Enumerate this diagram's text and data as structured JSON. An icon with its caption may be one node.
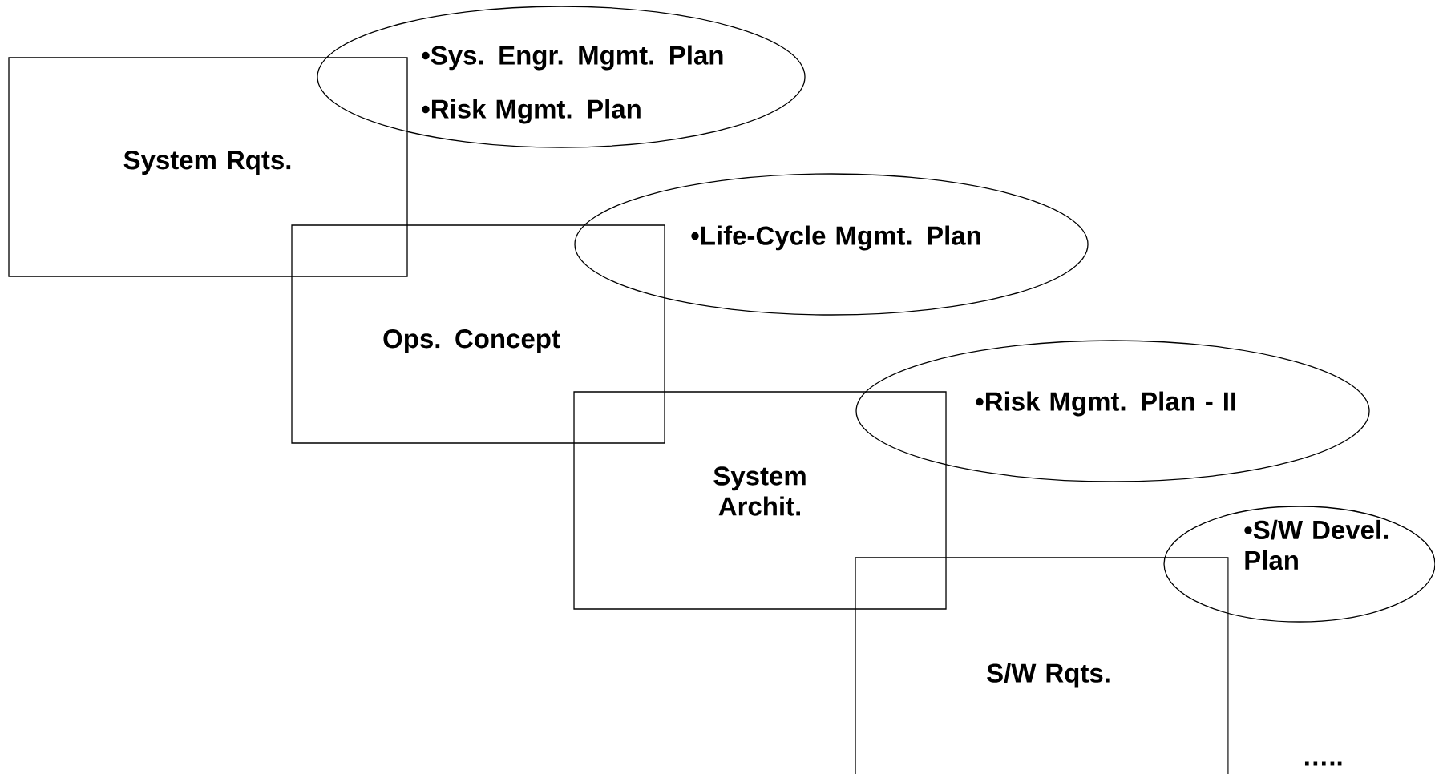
{
  "diagram": {
    "nodes": [
      {
        "text": [
          "System Rqts."
        ]
      },
      {
        "text": [
          "•Sys. Engr. Mgmt. Plan",
          "•Risk Mgmt. Plan"
        ]
      },
      {
        "text": [
          "Ops. Concept"
        ]
      },
      {
        "text": [
          "•Life-Cycle Mgmt. Plan"
        ]
      },
      {
        "text": [
          "System Archit."
        ]
      },
      {
        "text": [
          "•Risk Mgmt. Plan - II"
        ]
      },
      {
        "text": [
          "S/W Rqts."
        ]
      },
      {
        "text": [
          "•S/W Devel. Plan"
        ]
      }
    ],
    "edges": [],
    "labels": [
      "….."
    ]
  }
}
